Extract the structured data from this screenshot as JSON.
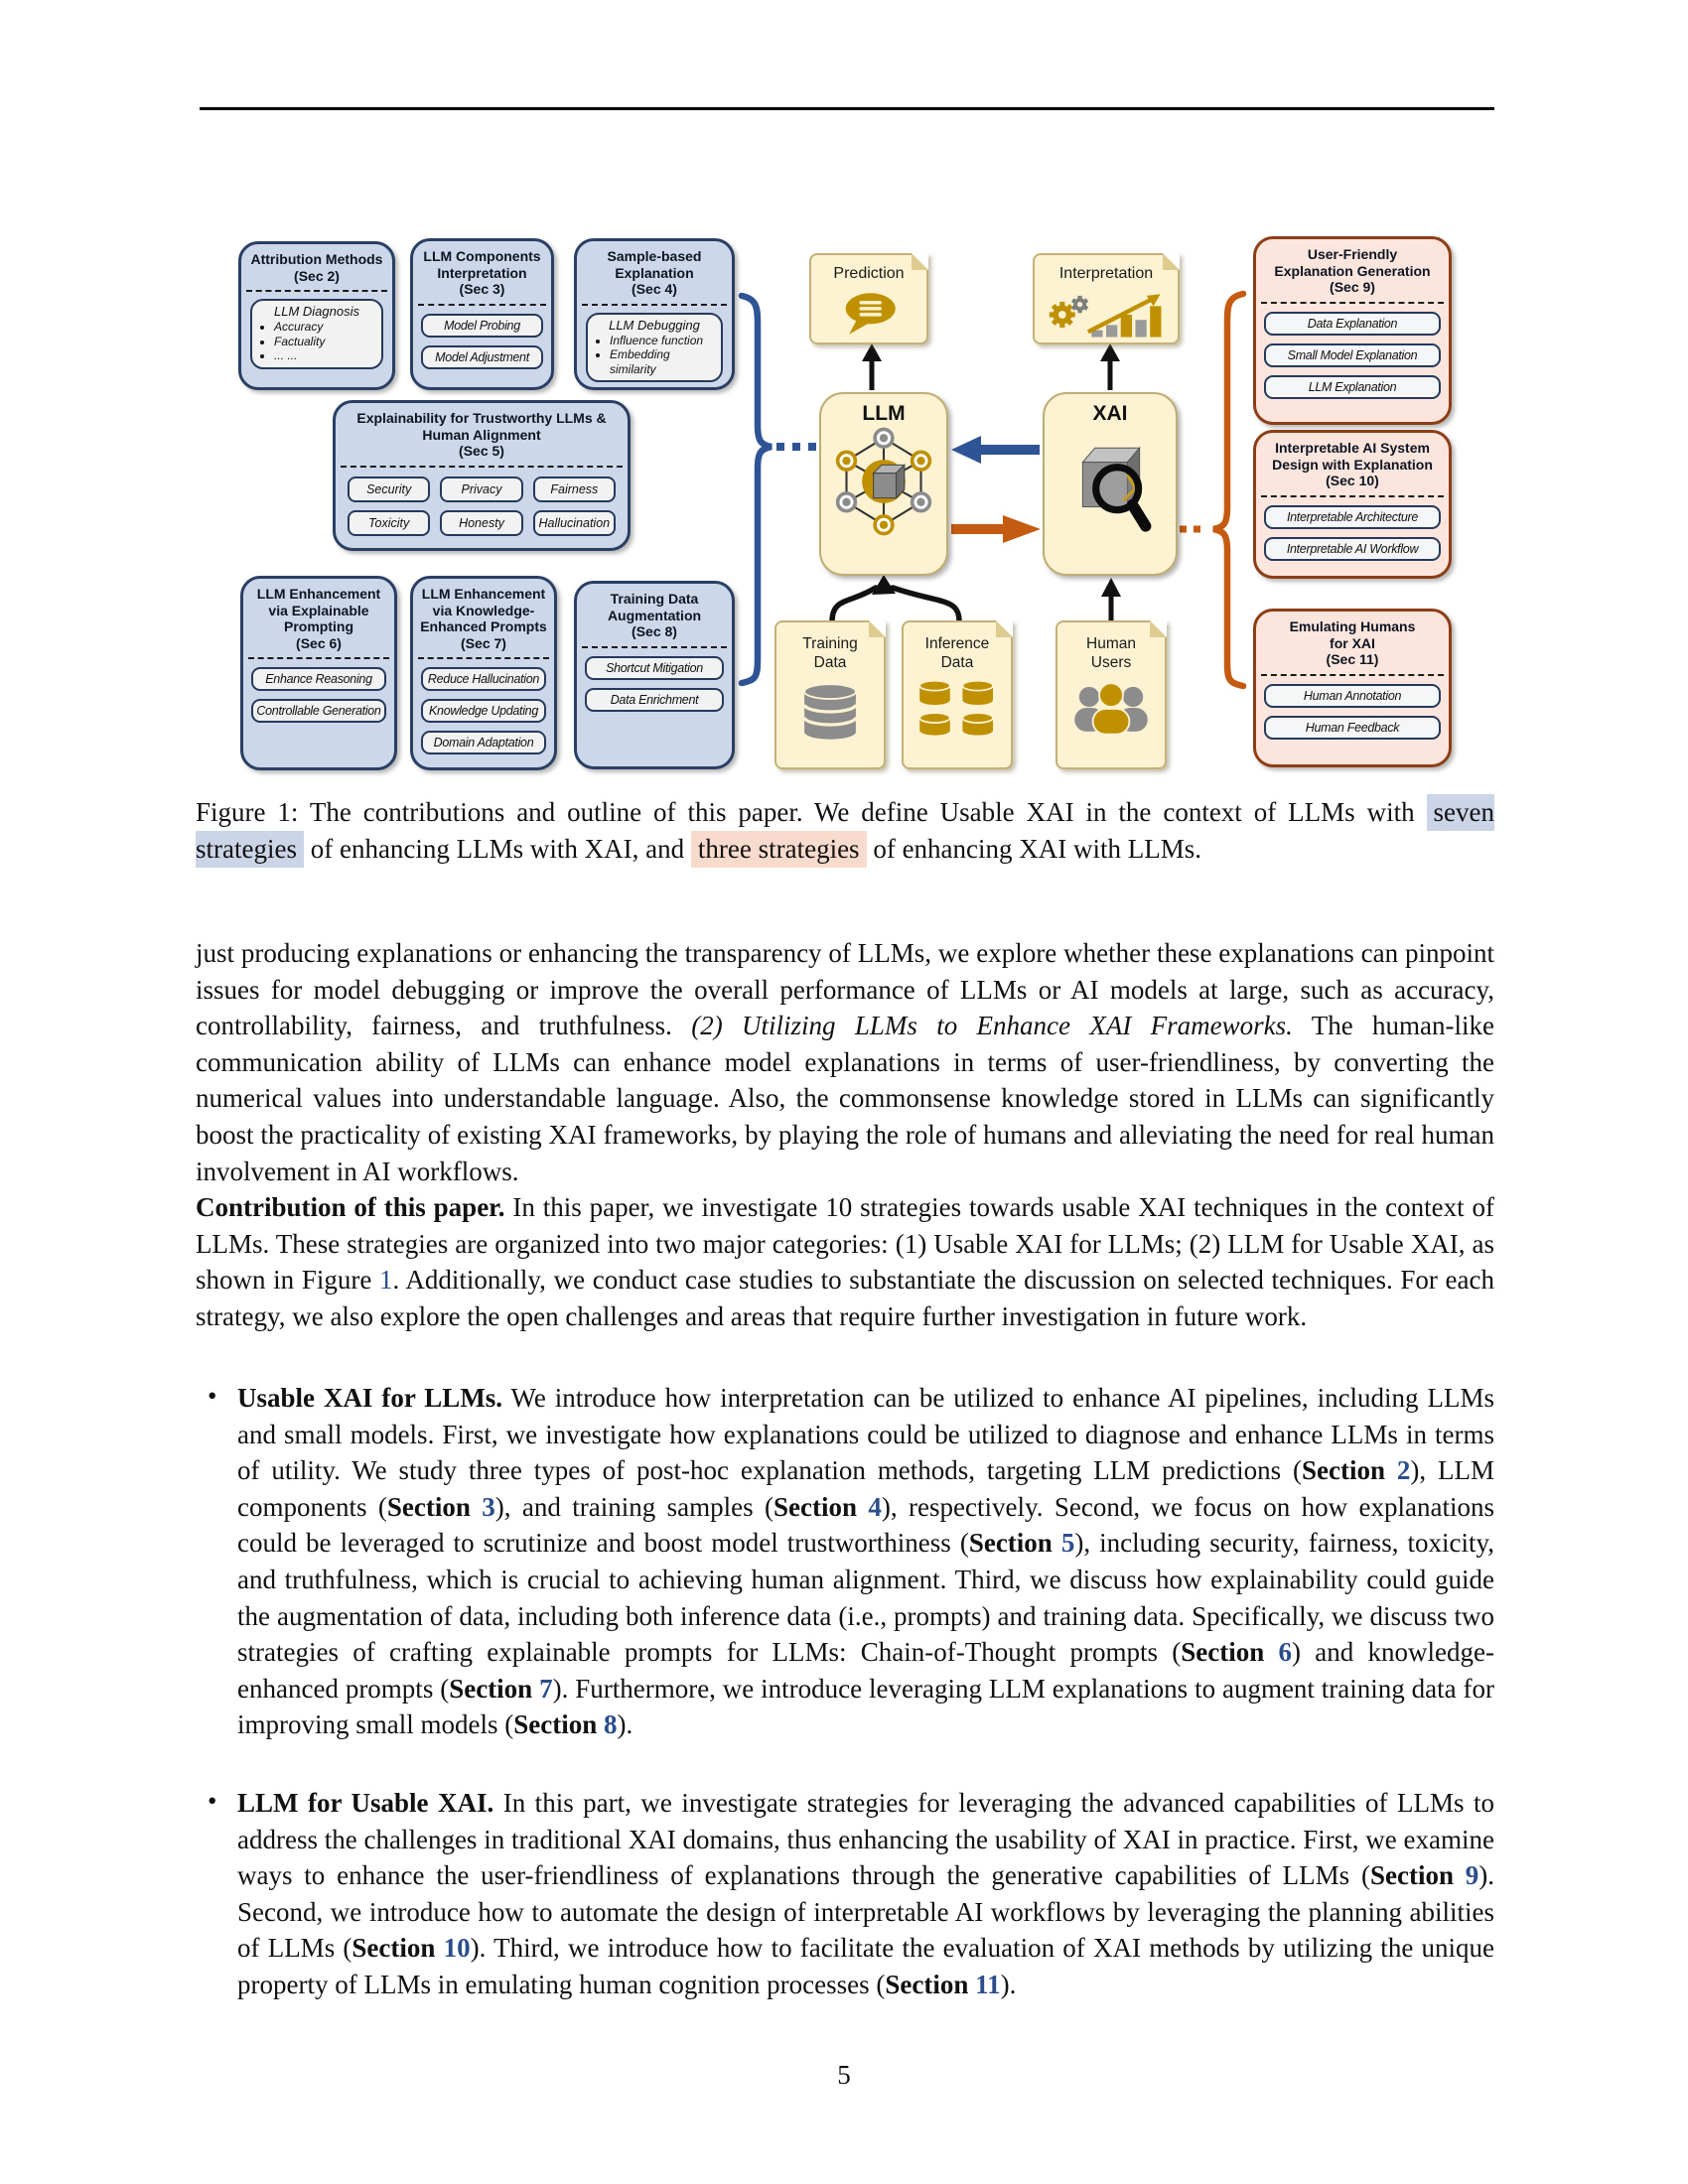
{
  "page_number": "5",
  "list_marker": "•",
  "caption": {
    "runs": [
      {
        "t": "Figure 1: The contributions and outline of this paper.  We define Usable XAI in the context of LLMs with ",
        "s": "n"
      },
      {
        "t": "seven strategies",
        "s": "hl-blue"
      },
      {
        "t": " of enhancing LLMs with XAI, and ",
        "s": "n"
      },
      {
        "t": "three strategies",
        "s": "hl-pink"
      },
      {
        "t": " of enhancing XAI with LLMs.",
        "s": "n"
      }
    ]
  },
  "body": {
    "paragraph1": {
      "runs": [
        {
          "t": "just producing explanations or enhancing the transparency of LLMs, we explore whether these explanations can pinpoint issues for model debugging or improve the overall performance of LLMs or AI models at large, such as accuracy, controllability, fairness, and truthfulness. ",
          "s": "n"
        },
        {
          "t": "(2) Utilizing LLMs to Enhance XAI Frameworks.",
          "s": "i"
        },
        {
          "t": " The human-like communication ability of LLMs can enhance model explanations in terms of user-friendliness, by converting the numerical values into understandable language. Also, the commonsense knowledge stored in LLMs can significantly boost the practicality of existing XAI frameworks, by playing the role of humans and alleviating the need for real human involvement in AI workflows.",
          "s": "n"
        }
      ]
    },
    "paragraph2": {
      "runs": [
        {
          "t": "Contribution of this paper.",
          "s": "b"
        },
        {
          "t": " In this paper, we investigate 10 strategies towards usable XAI techniques in the context of LLMs. These strategies are organized into two major categories: (1) Usable XAI for LLMs; (2) LLM for Usable XAI, as shown in Figure ",
          "s": "n"
        },
        {
          "t": "1",
          "s": "l"
        },
        {
          "t": ". Additionally, we conduct case studies to substantiate the discussion on selected techniques. For each strategy, we also explore the open challenges and areas that require further investigation in future work.",
          "s": "n"
        }
      ]
    },
    "bullet1": {
      "runs": [
        {
          "t": "Usable XAI for LLMs.",
          "s": "b"
        },
        {
          "t": " We introduce how interpretation can be utilized to enhance AI pipelines, including LLMs and small models. First, we investigate how explanations could be utilized to diagnose and enhance LLMs in terms of utility. We study three types of post-hoc explanation methods, targeting LLM predictions (",
          "s": "n"
        },
        {
          "t": "Section ",
          "s": "b"
        },
        {
          "t": "2",
          "s": "bl"
        },
        {
          "t": "), LLM components (",
          "s": "n"
        },
        {
          "t": "Section ",
          "s": "b"
        },
        {
          "t": "3",
          "s": "bl"
        },
        {
          "t": "), and training samples (",
          "s": "n"
        },
        {
          "t": "Section ",
          "s": "b"
        },
        {
          "t": "4",
          "s": "bl"
        },
        {
          "t": "), respectively. Second, we focus on how explanations could be leveraged to scrutinize and boost model trustworthiness (",
          "s": "n"
        },
        {
          "t": "Section ",
          "s": "b"
        },
        {
          "t": "5",
          "s": "bl"
        },
        {
          "t": "), including security, fairness, toxicity, and truthfulness, which is crucial to achieving human alignment. Third, we discuss how explainability could guide the augmentation of data, including both inference data (i.e., prompts) and training data. Specifically, we discuss two strategies of crafting explainable prompts for LLMs: Chain-of-Thought prompts (",
          "s": "n"
        },
        {
          "t": "Section ",
          "s": "b"
        },
        {
          "t": "6",
          "s": "bl"
        },
        {
          "t": ") and knowledge-enhanced prompts (",
          "s": "n"
        },
        {
          "t": "Section ",
          "s": "b"
        },
        {
          "t": "7",
          "s": "bl"
        },
        {
          "t": "). Furthermore, we introduce leveraging LLM explanations to augment training data for improving small models (",
          "s": "n"
        },
        {
          "t": "Section ",
          "s": "b"
        },
        {
          "t": "8",
          "s": "bl"
        },
        {
          "t": ").",
          "s": "n"
        }
      ]
    },
    "bullet2": {
      "runs": [
        {
          "t": "LLM for Usable XAI.",
          "s": "b"
        },
        {
          "t": " In this part, we investigate strategies for leveraging the advanced capabilities of LLMs to address the challenges in traditional XAI domains, thus enhancing the usability of XAI in practice. First, we examine ways to enhance the user-friendliness of explanations through the generative capabilities of LLMs (",
          "s": "n"
        },
        {
          "t": "Section ",
          "s": "b"
        },
        {
          "t": "9",
          "s": "bl"
        },
        {
          "t": "). Second, we introduce how to automate the design of interpretable AI workflows by leveraging the planning abilities of LLMs (",
          "s": "n"
        },
        {
          "t": "Section ",
          "s": "b"
        },
        {
          "t": "10",
          "s": "bl"
        },
        {
          "t": "). Third, we introduce how to facilitate the evaluation of XAI methods by utilizing the unique property of LLMs in emulating human cognition processes (",
          "s": "n"
        },
        {
          "t": "Section ",
          "s": "b"
        },
        {
          "t": "11",
          "s": "bl"
        },
        {
          "t": ").",
          "s": "n"
        }
      ]
    }
  },
  "figure": {
    "boxes": {
      "sec2": {
        "variant": "blue",
        "heading": [
          "Attribution Methods",
          "(Sec 2)"
        ],
        "group": {
          "title": "LLM Diagnosis",
          "bullets": [
            "Accuracy",
            "Factuality",
            "... ..."
          ]
        }
      },
      "sec3": {
        "variant": "blue",
        "heading": [
          "LLM Components",
          "Interpretation",
          "(Sec 3)"
        ],
        "items": [
          "Model Probing",
          "Model Adjustment"
        ]
      },
      "sec4": {
        "variant": "blue",
        "heading": [
          "Sample-based",
          "Explanation",
          "(Sec 4)"
        ],
        "group": {
          "title": "LLM Debugging",
          "bullets": [
            "Influence function",
            "Embedding similarity"
          ]
        }
      },
      "sec5": {
        "variant": "blue",
        "heading": [
          "Explainability for Trustworthy LLMs &",
          "Human Alignment",
          "(Sec 5)"
        ],
        "grid": true,
        "items": [
          "Security",
          "Privacy",
          "Fairness",
          "Toxicity",
          "Honesty",
          "Hallucination"
        ]
      },
      "sec6": {
        "variant": "blue",
        "heading": [
          "LLM Enhancement",
          "via Explainable",
          "Prompting",
          "(Sec 6)"
        ],
        "items": [
          "Enhance Reasoning",
          "Controllable Generation"
        ]
      },
      "sec7": {
        "variant": "blue",
        "heading": [
          "LLM Enhancement",
          "via Knowledge-",
          "Enhanced Prompts",
          "(Sec 7)"
        ],
        "items": [
          "Reduce Hallucination",
          "Knowledge Updating",
          "Domain Adaptation"
        ]
      },
      "sec8": {
        "variant": "blue",
        "heading": [
          "Training Data",
          "Augmentation",
          "(Sec 8)"
        ],
        "items": [
          "Shortcut Mitigation",
          "Data Enrichment"
        ]
      },
      "sec9": {
        "variant": "pink",
        "heading": [
          "User-Friendly",
          "Explanation Generation",
          "(Sec 9)"
        ],
        "items": [
          "Data Explanation",
          "Small Model Explanation",
          "LLM Explanation"
        ]
      },
      "sec10": {
        "variant": "pink",
        "heading": [
          "Interpretable AI System",
          "Design with Explanation",
          "(Sec 10)"
        ],
        "items": [
          "Interpretable Architecture",
          "Interpretable AI Workflow"
        ]
      },
      "sec11": {
        "variant": "pink",
        "heading": [
          "Emulating Humans",
          "for XAI",
          "(Sec 11)"
        ],
        "items": [
          "Human Annotation",
          "Human Feedback"
        ]
      }
    },
    "center": {
      "prediction": "Prediction",
      "interpretation": "Interpretation",
      "llm": "LLM",
      "xai": "XAI",
      "training_data": [
        "Training",
        "Data"
      ],
      "inference_data": [
        "Inference",
        "Data"
      ],
      "human_users": [
        "Human",
        "Users"
      ]
    },
    "colors": {
      "blue_box_fill": "#ccd8ea",
      "blue_box_border": "#2a3f63",
      "pink_box_fill": "#fbe5dc",
      "pink_box_border": "#8c3e14",
      "note_fill": "#fdf3d2",
      "gold": "#bf9000",
      "gray": "#8c8c8c",
      "blue_accent": "#2f5496",
      "orange_accent": "#c55a11",
      "link_blue": "#2b4d8c",
      "highlight_blue": "#ccd4e8",
      "highlight_pink": "#f8dbcd"
    }
  }
}
